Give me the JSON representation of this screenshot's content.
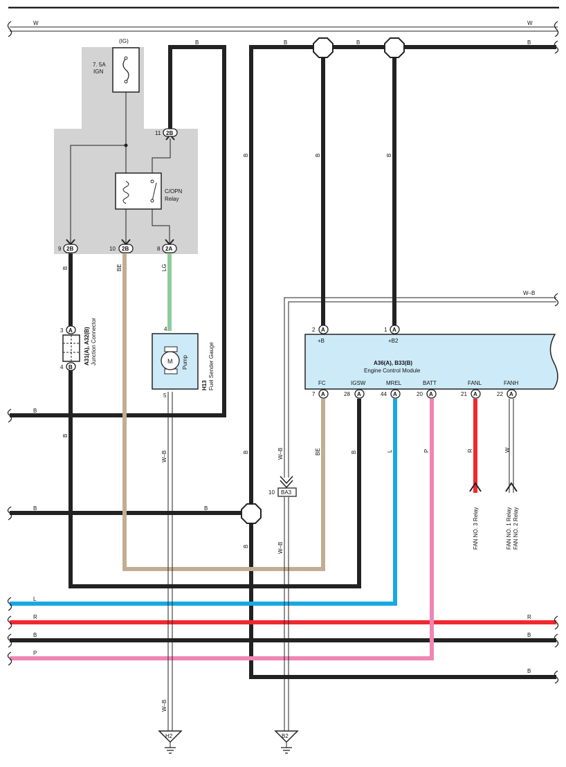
{
  "diagram": {
    "wire_colors": {
      "B": "#222222",
      "W": "#ffffff",
      "BE": "#c2ad94",
      "LG": "#8fcc9c",
      "L": "#16a9e4",
      "R": "#ee2a30",
      "P": "#ef86b5",
      "W-B": "#ffffff",
      "module_fill": "#cdeaf8",
      "relay_block_fill": "#d3d3d4"
    },
    "fuse": {
      "name": "(IG)",
      "rating": "7. 5A",
      "circuit": "IGN"
    },
    "relay": {
      "name": "C/OPN",
      "type": "Relay"
    },
    "relay_pins": [
      {
        "num": "11",
        "code": "2B"
      },
      {
        "num": "9",
        "code": "2B"
      },
      {
        "num": "10",
        "code": "2B"
      },
      {
        "num": "8",
        "code": "2A"
      }
    ],
    "junction": {
      "ref": "A31(A), A32(B)",
      "name": "Junction Connector",
      "pin_top_num": "3",
      "pin_top_code": "A",
      "pin_bottom_num": "4",
      "pin_bottom_code": "B"
    },
    "pump": {
      "ref": "H13",
      "name": "Fuel Sender Gauge",
      "motor": "M",
      "part": "Pump",
      "pin_top": "4",
      "pin_bottom": "5"
    },
    "ecm": {
      "ref": "A36(A), B33(B)",
      "name": "Engine Control Module",
      "top_pins": [
        {
          "num": "2",
          "code": "A",
          "terminal": "+B"
        },
        {
          "num": "1",
          "code": "A",
          "terminal": "+B2"
        }
      ],
      "bottom_pins": [
        {
          "num": "7",
          "code": "A",
          "terminal": "FC"
        },
        {
          "num": "28",
          "code": "A",
          "terminal": "IGSW"
        },
        {
          "num": "44",
          "code": "A",
          "terminal": "MREL"
        },
        {
          "num": "20",
          "code": "A",
          "terminal": "BATT"
        },
        {
          "num": "21",
          "code": "A",
          "terminal": "FANL"
        },
        {
          "num": "22",
          "code": "A",
          "terminal": "FANH"
        }
      ]
    },
    "connector_ba3": {
      "num": "10",
      "code": "BA3"
    },
    "grounds": {
      "left": "H2",
      "right": "B2"
    },
    "destinations": {
      "fan3": "FAN NO. 3 Relay",
      "fan1": "FAN NO. 1 Relay",
      "fan2": "FAN NO. 2 Relay"
    },
    "wire_labels": {
      "top_w_left": "W",
      "top_w_right": "W",
      "top_b_relay": "B",
      "top_b_1": "B",
      "top_b_2": "B",
      "top_b_right": "B",
      "vert_b_main": "B",
      "vert_b_2": "B",
      "vert_b_1": "B",
      "vert_b_left": "B",
      "vert_be": "BE",
      "vert_lg": "LG",
      "wb_right": "W–B",
      "left_b_1": "B",
      "vert_b_left2": "B",
      "vert_wb_pump": "W–B",
      "vert_wb_ba3": "W–B",
      "vert_be2": "BE",
      "vert_b_igsw": "B",
      "vert_l": "L",
      "vert_p": "P",
      "vert_r": "R",
      "vert_w": "W",
      "left_b_2": "B",
      "left_b_2_mid": "B",
      "vert_b_lower": "B",
      "vert_wb_lower": "W–B",
      "bus_l": "L",
      "bus_r": "R",
      "bus_r_right": "R",
      "bus_b": "B",
      "bus_b_right": "B",
      "bus_p": "P",
      "bottom_b_right": "B",
      "vert_wb_bottom": "W–B"
    }
  }
}
